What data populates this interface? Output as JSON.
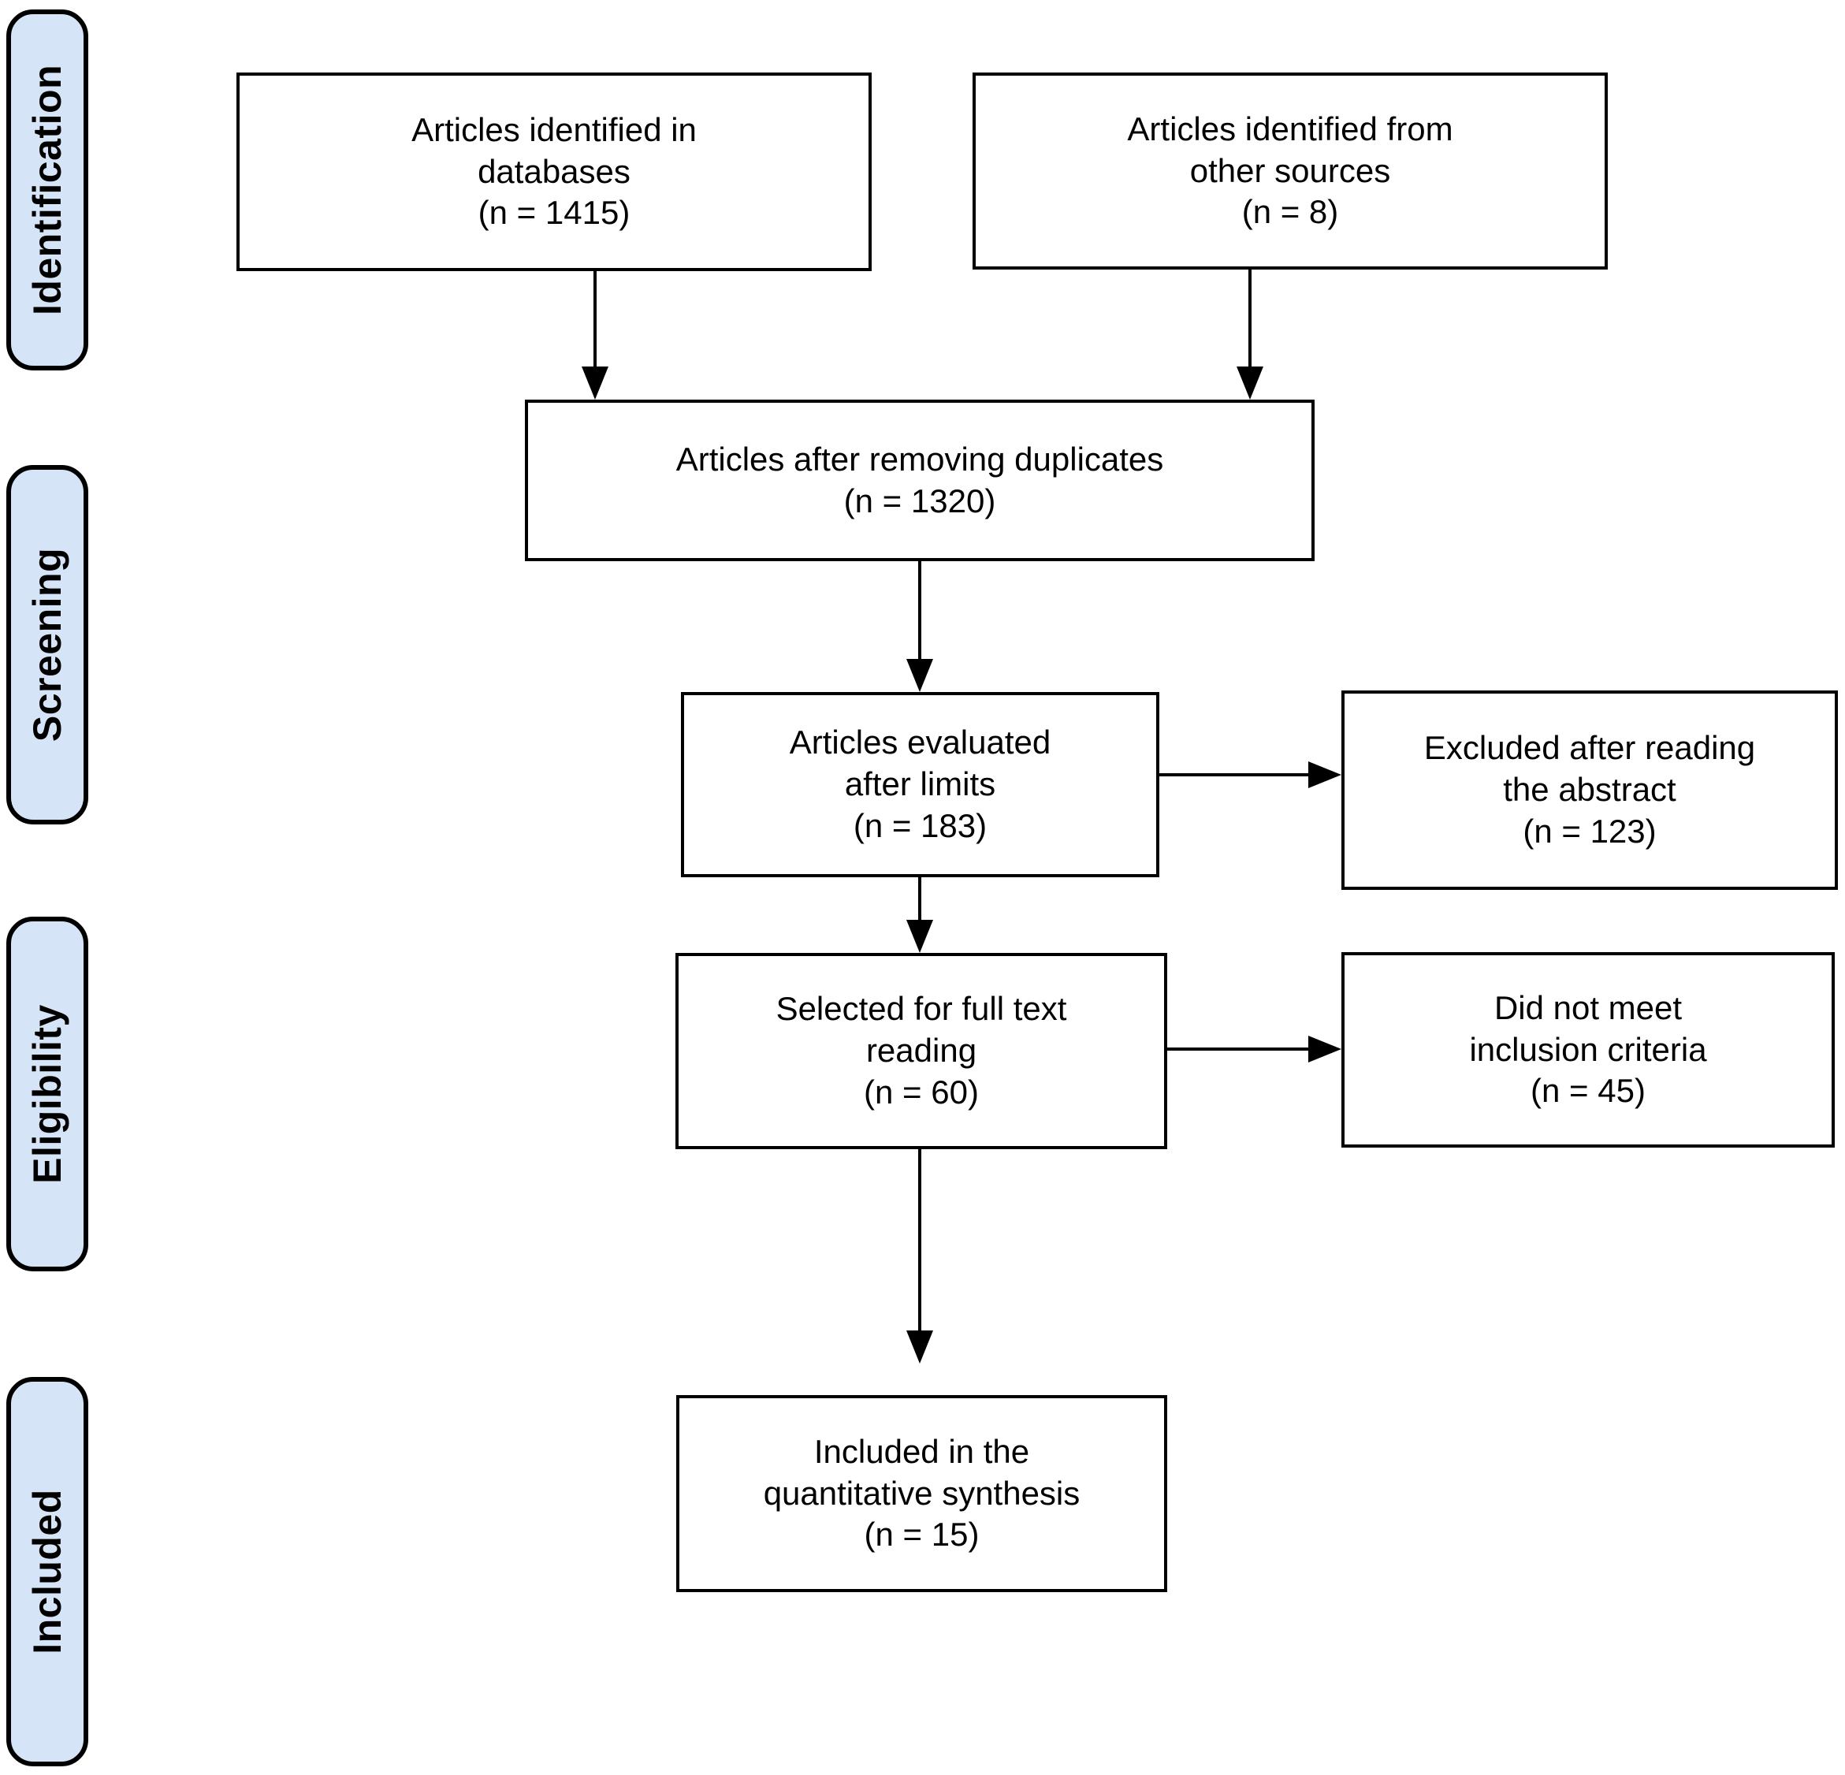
{
  "colors": {
    "stage_fill": "#d6e4f8",
    "stroke": "#000000",
    "box_fill": "#ffffff"
  },
  "stages": [
    {
      "label": "Identification"
    },
    {
      "label": "Screening"
    },
    {
      "label": "Eligibility"
    },
    {
      "label": "Included"
    }
  ],
  "boxes": {
    "identified_databases": {
      "lines": [
        "Articles identified in",
        "databases",
        "(n = 1415)"
      ]
    },
    "other_sources": {
      "lines": [
        "Articles identified from",
        "other sources",
        "(n = 8)"
      ]
    },
    "after_duplicates": {
      "lines": [
        "Articles after removing duplicates",
        "(n = 1320)"
      ]
    },
    "evaluated_after_limits": {
      "lines": [
        "Articles evaluated",
        "after limits",
        "(n = 183)"
      ]
    },
    "excluded_abstract": {
      "lines": [
        "Excluded after reading",
        "the abstract",
        "(n = 123)"
      ]
    },
    "full_text": {
      "lines": [
        "Selected for full text",
        "reading",
        "(n = 60)"
      ]
    },
    "not_inclusion": {
      "lines": [
        "Did not meet",
        "inclusion criteria",
        "(n = 45)"
      ]
    },
    "quantitative_synthesis": {
      "lines": [
        "Included in the",
        "quantitative synthesis",
        "(n = 15)"
      ]
    }
  }
}
